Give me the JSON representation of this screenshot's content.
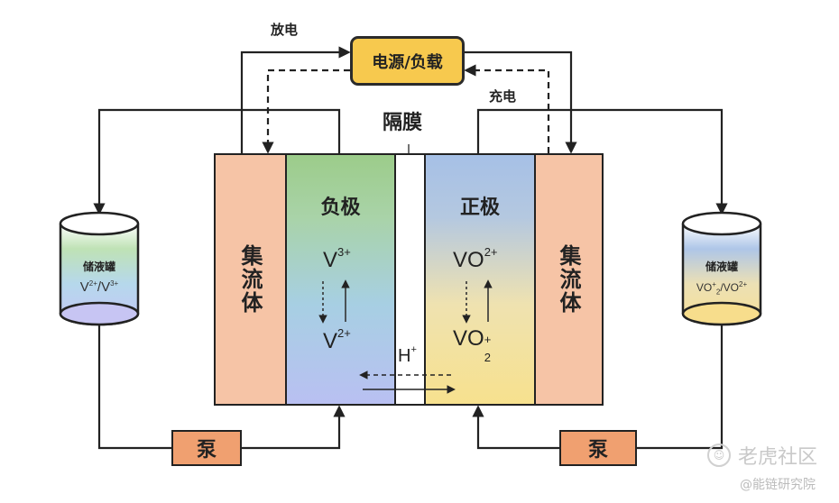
{
  "title": "全钒液流电池工作原理",
  "power": {
    "label": "电源/负载"
  },
  "modes": {
    "discharge": "放电",
    "charge": "充电"
  },
  "membrane": {
    "label": "隔膜"
  },
  "current_collector": {
    "left": "集流体",
    "right": "集流体"
  },
  "negative_electrode": {
    "title": "负极",
    "ion_top": {
      "base": "V",
      "sup": "3+",
      "sub": ""
    },
    "ion_bottom": {
      "base": "V",
      "sup": "2+",
      "sub": ""
    }
  },
  "positive_electrode": {
    "title": "正极",
    "ion_top": {
      "base": "VO",
      "sup": "2+",
      "sub": ""
    },
    "ion_bottom": {
      "base": "VO",
      "sup": "+",
      "sub": "2"
    }
  },
  "proton": {
    "base": "H",
    "sup": "+"
  },
  "tanks": {
    "left": {
      "label": "储液罐",
      "ion_a": "V",
      "ion_a_sup": "2+",
      "sep": "/",
      "ion_b": "V",
      "ion_b_sup": "3+"
    },
    "right": {
      "label": "储液罐",
      "ion_a": "VO",
      "ion_a_sup": "+",
      "ion_a_sub": "2",
      "sep": "/",
      "ion_b": "VO",
      "ion_b_sup": "2+"
    }
  },
  "pumps": {
    "left": "泵",
    "right": "泵"
  },
  "watermark": {
    "brand": "老虎社区",
    "author": "@能链研究院"
  },
  "colors": {
    "power_fill": "#f7c94e",
    "collector_fill": "#f6c4a6",
    "pump_fill": "#f0a070",
    "neg_top": "#9ccc8a",
    "neg_bottom": "#b9c0f2",
    "pos_top": "#a6c0e6",
    "pos_bottom": "#f7e18e"
  }
}
